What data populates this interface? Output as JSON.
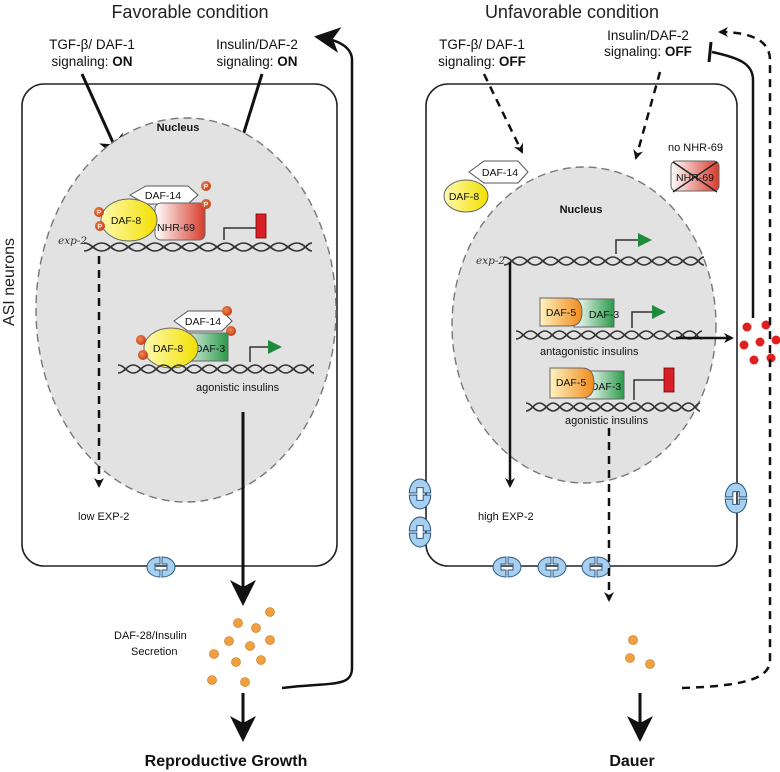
{
  "titles": {
    "left": "Favorable condition",
    "right": "Unfavorable condition"
  },
  "side_label": "ASI neurons",
  "left_panel": {
    "tgf_label": "TGF-β/ DAF-1",
    "tgf_state_prefix": "signaling: ",
    "tgf_state": "ON",
    "ins_label": "Insulin/DAF-2",
    "ins_state_prefix": "signaling: ",
    "ins_state": "ON",
    "nucleus": "Nucleus",
    "gene": "exp-2",
    "proteins": {
      "daf14_a": "DAF-14",
      "daf8_a": "DAF-8",
      "nhr69": "NHR-69",
      "daf14_b": "DAF-14",
      "daf8_b": "DAF-8",
      "daf3": "DAF-3",
      "phospho": "P"
    },
    "agonistic": "agonistic insulins",
    "exp_level": "low EXP-2",
    "secretion_line1": "DAF-28/Insulin",
    "secretion_line2": "Secretion",
    "outcome": "Reproductive Growth"
  },
  "right_panel": {
    "tgf_label": "TGF-β/ DAF-1",
    "tgf_state_prefix": "signaling: ",
    "tgf_state": "OFF",
    "ins_label": "Insulin/DAF-2",
    "ins_state_prefix": "signaling: ",
    "ins_state": "OFF",
    "nucleus": "Nucleus",
    "gene": "exp-2",
    "no_nhr": "no NHR-69",
    "proteins": {
      "daf14": "DAF-14",
      "daf8": "DAF-8",
      "nhr69": "NHR-69",
      "daf5_a": "DAF-5",
      "daf3_a": "DAF-3",
      "daf5_b": "DAF-5",
      "daf3_b": "DAF-3"
    },
    "antagonistic": "antagonistic insulins",
    "agonistic": "agonistic insulins",
    "exp_level": "high EXP-2",
    "outcome": "Dauer"
  },
  "colors": {
    "nucleus_fill": "#e2e2e2",
    "arrow_green": "#1e8a3c",
    "repressor_red": "#d81f26",
    "insulin_orange": "#f0a040",
    "antagonist_red": "#e02020",
    "channel_blue": "#a8d0ee"
  },
  "icons": [
    "potassium-channel-icon",
    "dna-helix-icon",
    "promoter-arrow-icon",
    "repression-bar-icon"
  ]
}
